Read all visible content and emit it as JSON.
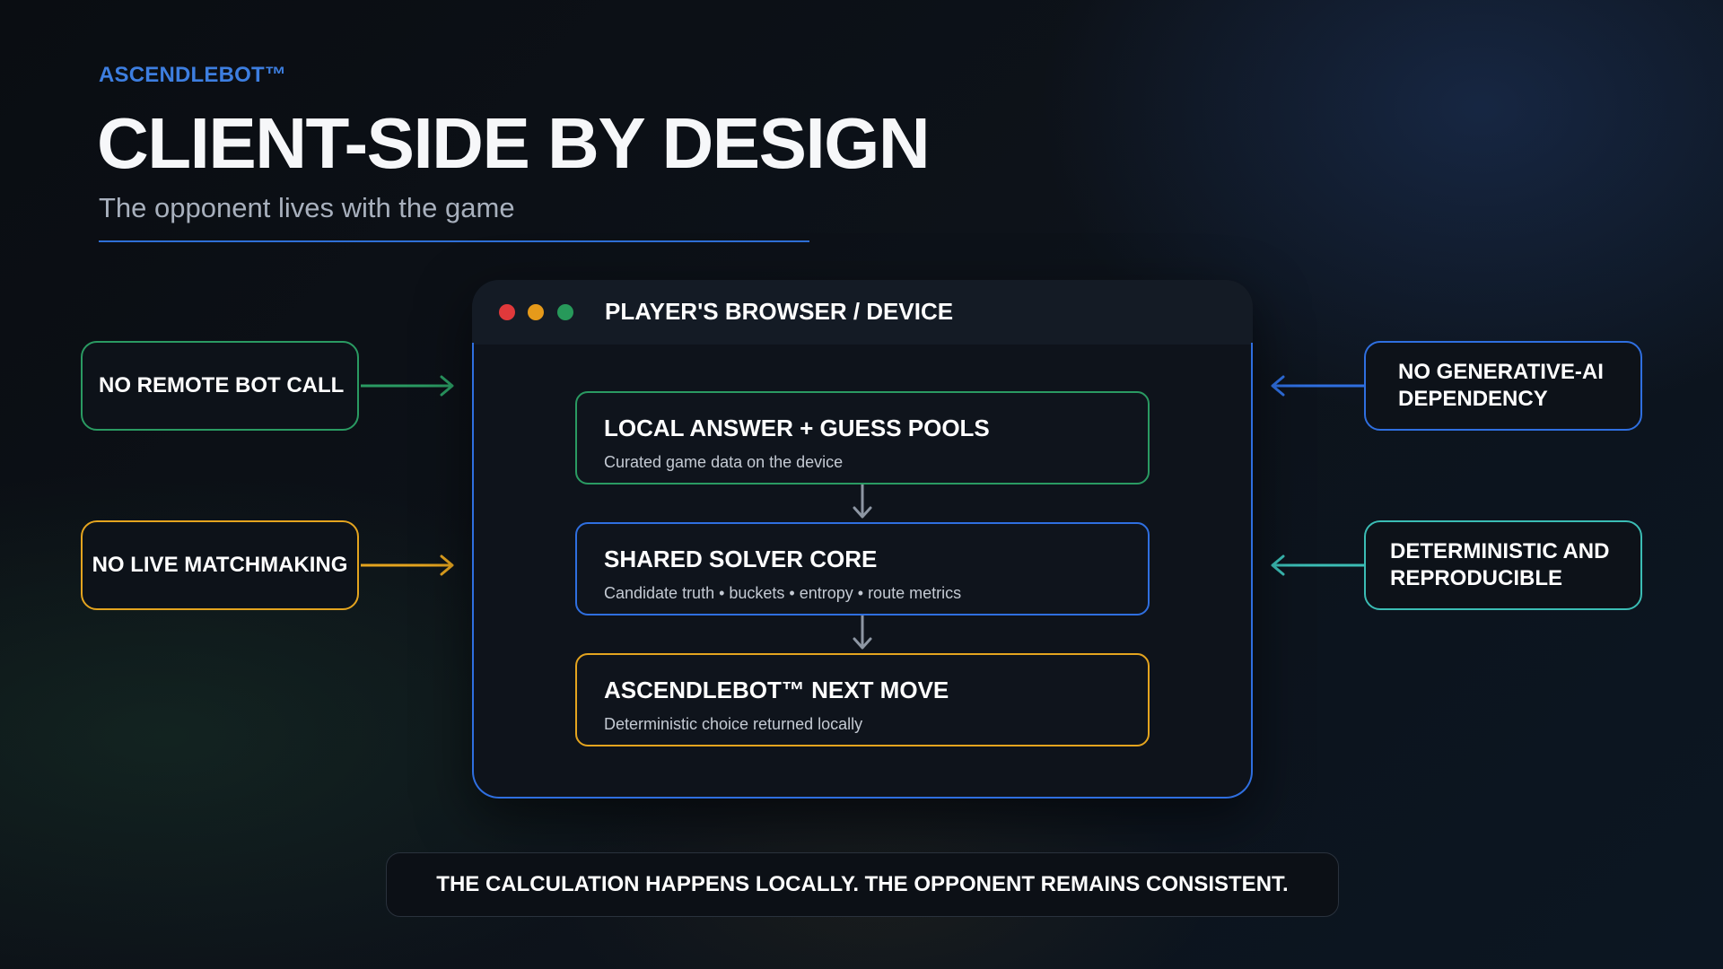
{
  "brand": "ASCENDLEBOT™",
  "title": "CLIENT-SIDE BY DESIGN",
  "subtitle": "The opponent lives with the game",
  "device": {
    "title": "PLAYER'S BROWSER / DEVICE",
    "window_dots": [
      "#e0393b",
      "#e69a1a",
      "#27995a"
    ],
    "steps": [
      {
        "title": "LOCAL ANSWER + GUESS POOLS",
        "desc": "Curated game data on the device",
        "color": "#2a9a62"
      },
      {
        "title": "SHARED SOLVER CORE",
        "desc": "Candidate truth • buckets • entropy • route metrics",
        "color": "#2f6fe0"
      },
      {
        "title": "ASCENDLEBOT™ NEXT MOVE",
        "desc": "Deterministic choice returned locally",
        "color": "#e4a41f"
      }
    ]
  },
  "left_items": [
    {
      "label": "NO REMOTE BOT CALL",
      "color": "#2a9a62"
    },
    {
      "label": "NO LIVE MATCHMAKING",
      "color": "#e4a41f"
    }
  ],
  "right_items": [
    {
      "label_lines": [
        "NO GENERATIVE-AI",
        "DEPENDENCY"
      ],
      "color": "#2f6fe0"
    },
    {
      "label_lines": [
        "DETERMINISTIC AND",
        "REPRODUCIBLE"
      ],
      "color": "#3bbdb5"
    }
  ],
  "banner": "THE CALCULATION HAPPENS LOCALLY. THE OPPONENT REMAINS CONSISTENT."
}
